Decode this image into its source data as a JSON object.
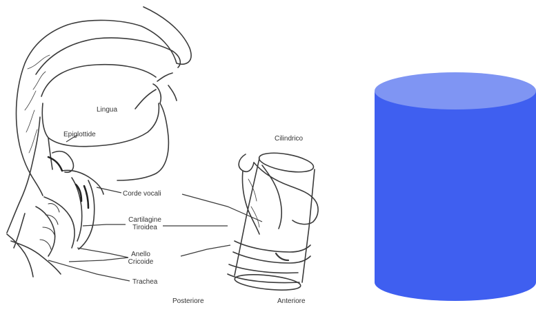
{
  "title": "",
  "labels": {
    "lingua": "Lingua",
    "epiglottide": "Epiglottide",
    "corde_vocali": "Corde vocali",
    "cartilagine": "Cartilagine",
    "tiroidea": "Tiroidea",
    "anello": "Anello",
    "cricoide": "Cricoide",
    "trachea": "Trachea",
    "cilindrico": "Cilindrico",
    "posteriore": "Posteriore",
    "anteriore": "Anteriore"
  },
  "colors": {
    "line": "#3a3a3a",
    "cylinder_body": "#3f5ff0",
    "cylinder_top": "#7f95f3",
    "background": "#ffffff"
  }
}
